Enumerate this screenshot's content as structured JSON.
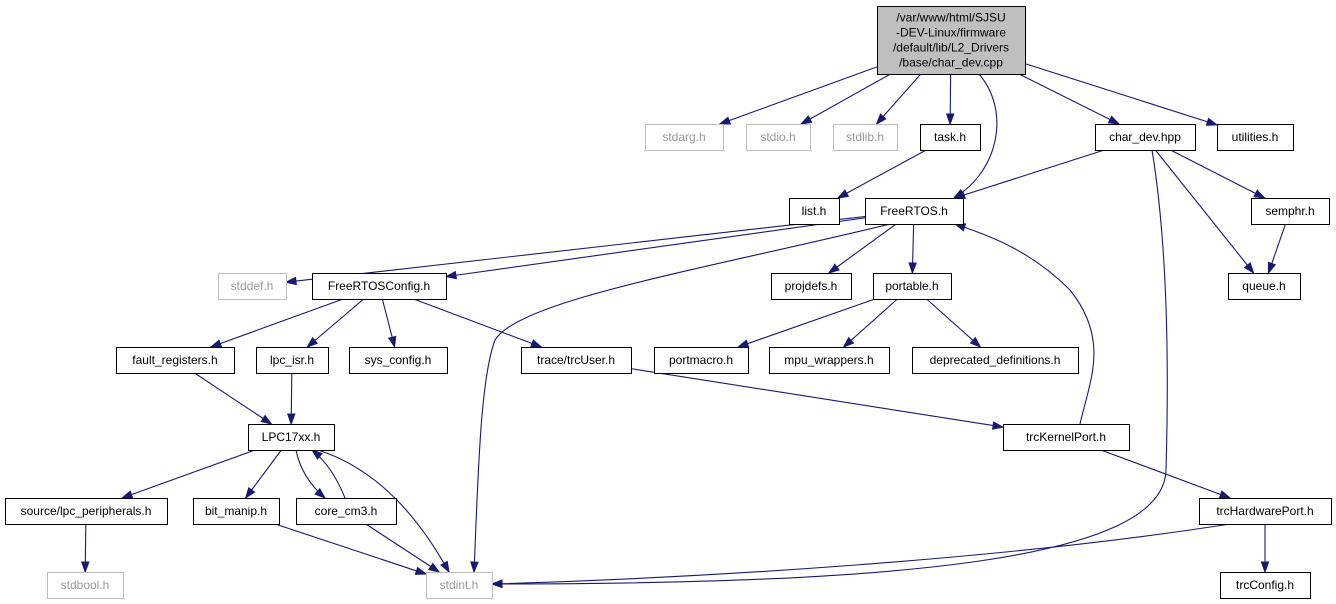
{
  "colors": {
    "edge": "#191970",
    "root_fill": "#bfbfbf",
    "node_border": "#000000",
    "missing_border": "#bfbfbf",
    "missing_text": "#9a9a9a"
  },
  "nodes": [
    {
      "id": "root",
      "kind": "root",
      "lines": [
        "/var/www/html/SJSU",
        "-DEV-Linux/firmware",
        "/default/lib/L2_Drivers",
        "/base/char_dev.cpp"
      ]
    },
    {
      "id": "stdarg",
      "kind": "missing",
      "lines": [
        "stdarg.h"
      ]
    },
    {
      "id": "stdio",
      "kind": "missing",
      "lines": [
        "stdio.h"
      ]
    },
    {
      "id": "stdlib",
      "kind": "missing",
      "lines": [
        "stdlib.h"
      ]
    },
    {
      "id": "task",
      "kind": "normal",
      "lines": [
        "task.h"
      ]
    },
    {
      "id": "chardev_hpp",
      "kind": "normal",
      "lines": [
        "char_dev.hpp"
      ]
    },
    {
      "id": "utilities",
      "kind": "normal",
      "lines": [
        "utilities.h"
      ]
    },
    {
      "id": "list",
      "kind": "normal",
      "lines": [
        "list.h"
      ]
    },
    {
      "id": "freertos",
      "kind": "normal",
      "lines": [
        "FreeRTOS.h"
      ]
    },
    {
      "id": "semphr",
      "kind": "normal",
      "lines": [
        "semphr.h"
      ]
    },
    {
      "id": "stddef",
      "kind": "missing",
      "lines": [
        "stddef.h"
      ]
    },
    {
      "id": "freertosconfig",
      "kind": "normal",
      "lines": [
        "FreeRTOSConfig.h"
      ]
    },
    {
      "id": "projdefs",
      "kind": "normal",
      "lines": [
        "projdefs.h"
      ]
    },
    {
      "id": "portable",
      "kind": "normal",
      "lines": [
        "portable.h"
      ]
    },
    {
      "id": "queue",
      "kind": "normal",
      "lines": [
        "queue.h"
      ]
    },
    {
      "id": "fault_registers",
      "kind": "normal",
      "lines": [
        "fault_registers.h"
      ]
    },
    {
      "id": "lpc_isr",
      "kind": "normal",
      "lines": [
        "lpc_isr.h"
      ]
    },
    {
      "id": "sys_config",
      "kind": "normal",
      "lines": [
        "sys_config.h"
      ]
    },
    {
      "id": "trcuser",
      "kind": "normal",
      "lines": [
        "trace/trcUser.h"
      ]
    },
    {
      "id": "portmacro",
      "kind": "normal",
      "lines": [
        "portmacro.h"
      ]
    },
    {
      "id": "mpu_wrappers",
      "kind": "normal",
      "lines": [
        "mpu_wrappers.h"
      ]
    },
    {
      "id": "deprecated",
      "kind": "normal",
      "lines": [
        "deprecated_definitions.h"
      ]
    },
    {
      "id": "lpc17xx",
      "kind": "normal",
      "lines": [
        "LPC17xx.h"
      ]
    },
    {
      "id": "trckernelport",
      "kind": "normal",
      "lines": [
        "trcKernelPort.h"
      ]
    },
    {
      "id": "lpc_peripherals",
      "kind": "normal",
      "lines": [
        "source/lpc_peripherals.h"
      ]
    },
    {
      "id": "bit_manip",
      "kind": "normal",
      "lines": [
        "bit_manip.h"
      ]
    },
    {
      "id": "core_cm3",
      "kind": "normal",
      "lines": [
        "core_cm3.h"
      ]
    },
    {
      "id": "trchardwareport",
      "kind": "normal",
      "lines": [
        "trcHardwarePort.h"
      ]
    },
    {
      "id": "stdbool",
      "kind": "missing",
      "lines": [
        "stdbool.h"
      ]
    },
    {
      "id": "stdint",
      "kind": "missing",
      "lines": [
        "stdint.h"
      ]
    },
    {
      "id": "trcconfig",
      "kind": "normal",
      "lines": [
        "trcConfig.h"
      ]
    }
  ],
  "edges": [
    {
      "from": "root",
      "to": "stdarg"
    },
    {
      "from": "root",
      "to": "stdio"
    },
    {
      "from": "root",
      "to": "stdlib"
    },
    {
      "from": "root",
      "to": "task"
    },
    {
      "from": "root",
      "to": "freertos"
    },
    {
      "from": "root",
      "to": "chardev_hpp"
    },
    {
      "from": "root",
      "to": "utilities"
    },
    {
      "from": "task",
      "to": "list"
    },
    {
      "from": "chardev_hpp",
      "to": "freertos"
    },
    {
      "from": "chardev_hpp",
      "to": "semphr"
    },
    {
      "from": "chardev_hpp",
      "to": "queue"
    },
    {
      "from": "chardev_hpp",
      "to": "stdint"
    },
    {
      "from": "semphr",
      "to": "queue"
    },
    {
      "from": "freertos",
      "to": "stddef"
    },
    {
      "from": "freertos",
      "to": "freertosconfig"
    },
    {
      "from": "freertos",
      "to": "projdefs"
    },
    {
      "from": "freertos",
      "to": "portable"
    },
    {
      "from": "freertos",
      "to": "stdint"
    },
    {
      "from": "freertosconfig",
      "to": "fault_registers"
    },
    {
      "from": "freertosconfig",
      "to": "lpc_isr"
    },
    {
      "from": "freertosconfig",
      "to": "sys_config"
    },
    {
      "from": "freertosconfig",
      "to": "trcuser"
    },
    {
      "from": "portable",
      "to": "portmacro"
    },
    {
      "from": "portable",
      "to": "mpu_wrappers"
    },
    {
      "from": "portable",
      "to": "deprecated"
    },
    {
      "from": "fault_registers",
      "to": "lpc17xx"
    },
    {
      "from": "lpc_isr",
      "to": "lpc17xx"
    },
    {
      "from": "trcuser",
      "to": "trckernelport"
    },
    {
      "from": "trckernelport",
      "to": "freertos"
    },
    {
      "from": "trckernelport",
      "to": "trchardwareport"
    },
    {
      "from": "lpc17xx",
      "to": "lpc_peripherals"
    },
    {
      "from": "lpc17xx",
      "to": "bit_manip"
    },
    {
      "from": "lpc17xx",
      "to": "core_cm3"
    },
    {
      "from": "lpc17xx",
      "to": "stdint"
    },
    {
      "from": "core_cm3",
      "to": "lpc17xx"
    },
    {
      "from": "core_cm3",
      "to": "stdint"
    },
    {
      "from": "bit_manip",
      "to": "stdint"
    },
    {
      "from": "lpc_peripherals",
      "to": "stdbool"
    },
    {
      "from": "trchardwareport",
      "to": "stdint"
    },
    {
      "from": "trchardwareport",
      "to": "trcconfig"
    }
  ]
}
